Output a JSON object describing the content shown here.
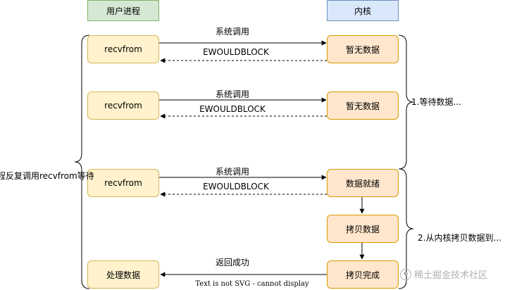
{
  "headers": {
    "user": "用户进程",
    "kernel": "内核"
  },
  "rounds": [
    {
      "user": "recvfrom",
      "call": "系统调用",
      "reply": "EWOULDBLOCK",
      "kernel": "暂无数据"
    },
    {
      "user": "recvfrom",
      "call": "系统调用",
      "reply": "EWOULDBLOCK",
      "kernel": "暂无数据"
    },
    {
      "user": "recvfrom",
      "call": "系统调用",
      "reply": "EWOULDBLOCK",
      "kernel": "数据就绪"
    }
  ],
  "copy_box": "拷贝数据",
  "done_box": "拷贝完成",
  "result_box": "处理数据",
  "return_label": "返回成功",
  "left_brace_label": "程反复调用recvfrom等待",
  "phase1_label": "1.等待数据...",
  "phase2_label": "2.从内核拷贝数据到...",
  "svg_note": "Text is not SVG - cannot display",
  "watermark": "稀土掘金技术社区",
  "watermark_icon": "juejin-logo-icon"
}
